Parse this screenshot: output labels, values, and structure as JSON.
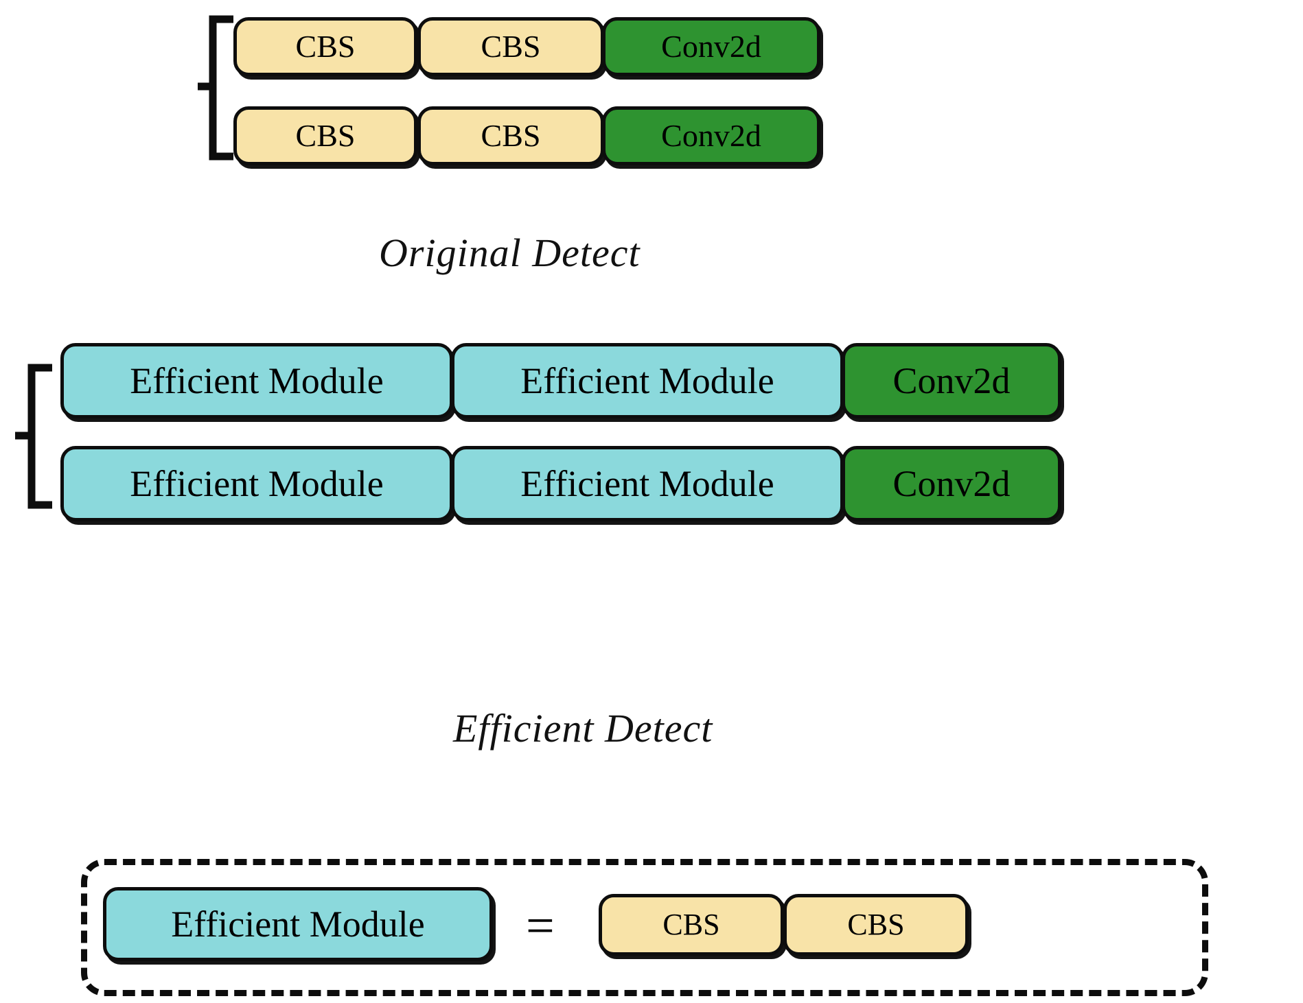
{
  "figure": {
    "title_absent": true,
    "background_color": "#ffffff",
    "palette": {
      "cbs_fill": "#f8e3a8",
      "conv_fill": "#2e9330",
      "module_fill": "#8bd9dc",
      "outline": "#0d0d0d",
      "text": "#000000"
    }
  },
  "sections": [
    {
      "id": "original-detect",
      "caption": "Original Detect",
      "bracket": "left-curly-brace",
      "branches": [
        {
          "id": "original-branch-1",
          "blocks": [
            {
              "label": "CBS",
              "type": "cbs"
            },
            {
              "label": "CBS",
              "type": "cbs"
            },
            {
              "label": "Conv2d",
              "type": "conv"
            }
          ]
        },
        {
          "id": "original-branch-2",
          "blocks": [
            {
              "label": "CBS",
              "type": "cbs"
            },
            {
              "label": "CBS",
              "type": "cbs"
            },
            {
              "label": "Conv2d",
              "type": "conv"
            }
          ]
        }
      ]
    },
    {
      "id": "efficient-detect",
      "caption": "Efficient Detect",
      "bracket": "left-curly-brace",
      "branches": [
        {
          "id": "efficient-branch-1",
          "blocks": [
            {
              "label": "Efficient Module",
              "type": "module"
            },
            {
              "label": "Efficient Module",
              "type": "module"
            },
            {
              "label": "Conv2d",
              "type": "conv"
            }
          ]
        },
        {
          "id": "efficient-branch-2",
          "blocks": [
            {
              "label": "Efficient Module",
              "type": "module"
            },
            {
              "label": "Efficient Module",
              "type": "module"
            },
            {
              "label": "Conv2d",
              "type": "conv"
            }
          ]
        }
      ]
    }
  ],
  "legend": {
    "id": "efficient-module-definition",
    "left": {
      "label": "Efficient Module",
      "type": "module"
    },
    "operator": "=",
    "right": [
      {
        "label": "CBS",
        "type": "cbs"
      },
      {
        "label": "CBS",
        "type": "cbs"
      }
    ]
  }
}
